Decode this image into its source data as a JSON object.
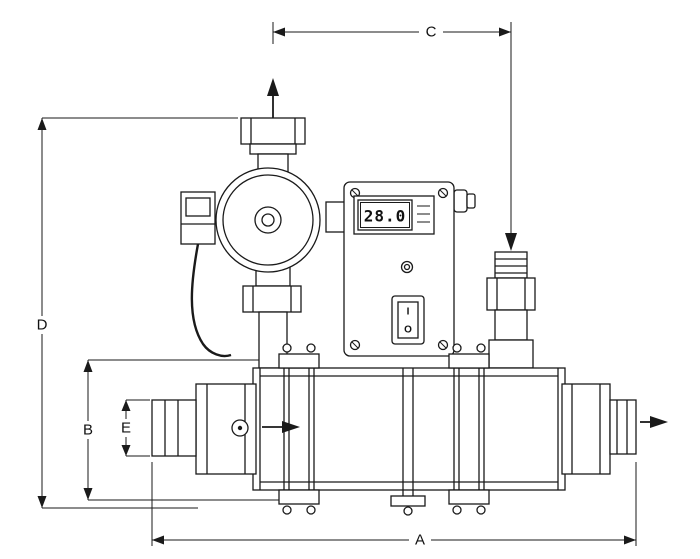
{
  "dims": {
    "A": "A",
    "B": "B",
    "C": "C",
    "D": "D",
    "E": "E"
  },
  "display": {
    "value": "28.0"
  },
  "switch": {
    "on": "I",
    "off": "O"
  },
  "colors": {
    "line": "#1a1a1a",
    "background": "#ffffff"
  }
}
